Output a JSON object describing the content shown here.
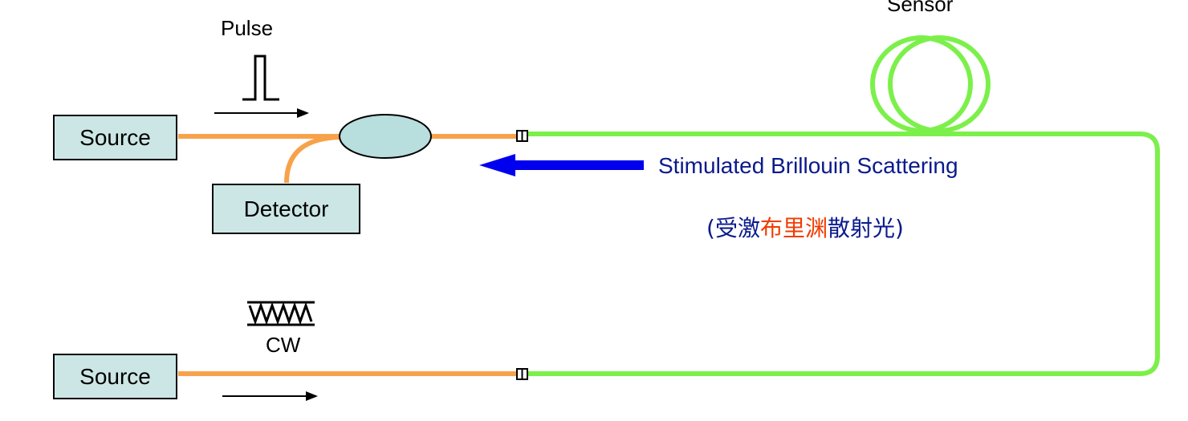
{
  "labels": {
    "sensor": "Sensor",
    "pulse": "Pulse",
    "cw": "CW",
    "source_top": "Source",
    "source_bottom": "Source",
    "detector": "Detector",
    "sbs": "Stimulated Brillouin Scattering",
    "cn_open": "(",
    "cn_part1": "受激",
    "cn_part2": "布里渊",
    "cn_part3": "散射光",
    "cn_close": ")"
  },
  "colors": {
    "fiber_orange": "#f7a24a",
    "fiber_green": "#7cf04a",
    "box_fill": "#cce6e6",
    "coupler_fill": "#b8dede",
    "sbs_arrow": "#0000ee",
    "sbs_text": "#0a1a8c",
    "cn_highlight": "#f03c00"
  }
}
